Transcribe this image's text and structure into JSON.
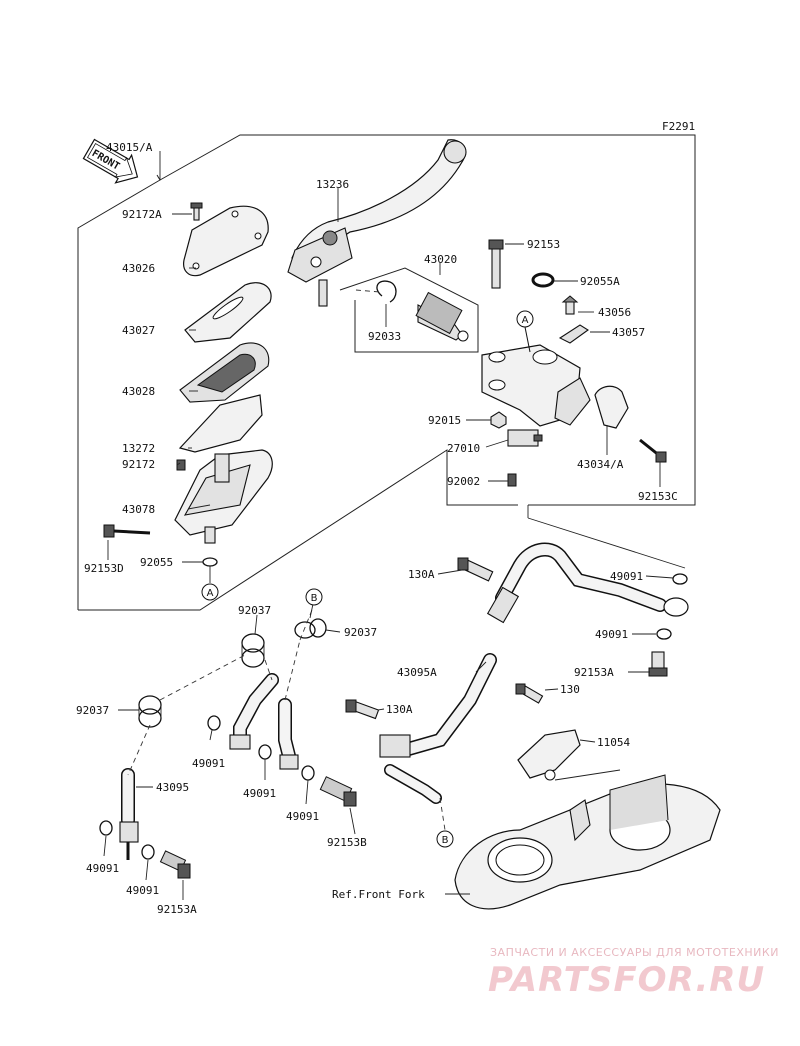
{
  "diagram_code": "F2291",
  "front_arrow_label": "FRONT",
  "parts": {
    "assembly": "43015/A",
    "lever": "13236",
    "bolt_top": "92153",
    "reservoir_screw": "92172A",
    "oring_top": "92055A",
    "reservoir_cap": "43026",
    "piston_kit": "43020",
    "bleeder": "43056",
    "bleeder_cap": "43057",
    "diaphragm_plate": "43027",
    "circlip": "92033",
    "diaphragm": "43028",
    "nut": "92015",
    "clamp_holder": "43034/A",
    "switch": "27010",
    "float_plate": "13272",
    "screw": "92172",
    "switch_screw": "92002",
    "clamp_bolt": "92153C",
    "reservoir": "43078",
    "reservoir_bolt": "92153D",
    "oring_bottom": "92055",
    "hose_clamp_left": "92037",
    "hose_clamp_right": "92037",
    "bolt_130A_top": "130A",
    "washer_top_right": "49091",
    "washer_right": "49091",
    "banjo_bolt_right": "92153A",
    "clamp_lower_left": "92037",
    "hose_upper": "43095A",
    "bolt_130": "130",
    "bolt_130A_mid": "130A",
    "bracket": "11054",
    "washer_l1": "49091",
    "washer_l2": "49091",
    "washer_l3": "49091",
    "hose_lower": "43095",
    "banjo_bolt_mid": "92153B",
    "washer_l4": "49091",
    "washer_l5": "49091",
    "banjo_bolt_bottom": "92153A"
  },
  "callouts": {
    "a_upper": "A",
    "a_lower": "A",
    "b_upper": "B",
    "b_lower": "B"
  },
  "reference": "Ref.Front Fork",
  "watermark": {
    "tagline": "ЗАПЧАСТИ И АКСЕССУАРЫ ДЛЯ МОТОТЕХНИКИ",
    "brand": "PARTSFOR.RU"
  }
}
